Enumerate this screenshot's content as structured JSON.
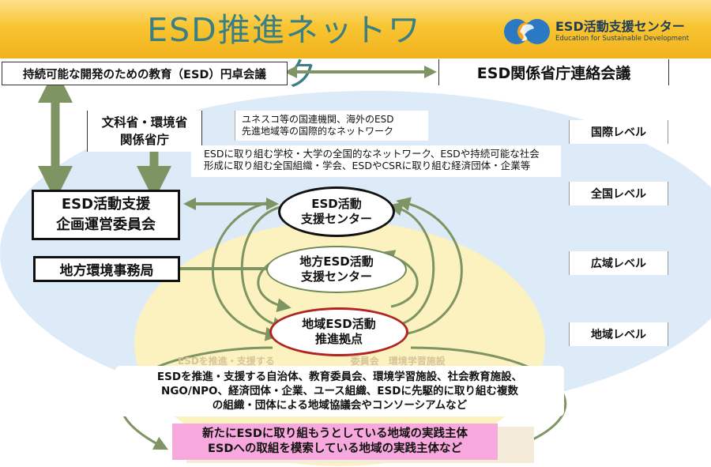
{
  "banner": {
    "title": "ESD推進ネットワーク",
    "logo_text": "ESD活動支援センター",
    "logo_subtext": "Education for Sustainable Development"
  },
  "boxes": {
    "roundtable": "持続可能な開発のための教育（ESD）円卓会議",
    "ministries_liaison": "ESD関係省庁連絡会議",
    "ministries_line1": "文科省・環境省",
    "ministries_line2": "関係省庁",
    "committee_line1": "ESD活動支援",
    "committee_line2": "企画運営委員会",
    "regional_office": "地方環境事務局"
  },
  "notes": {
    "international_line1": "ユネスコ等の国連機関、海外のESD",
    "international_line2": "先進地域等の国際的なネットワーク",
    "national_line1": "ESDに取り組む学校・大学の全国的なネットワーク、ESDや持続可能な社会",
    "national_line2": "形成に取り組む全国組織・学会、ESDやCSRに取り組む経済団体・企業等"
  },
  "levels": {
    "international": "国際レベル",
    "national": "全国レベル",
    "wide_area": "広域レベル",
    "local": "地域レベル"
  },
  "centers": {
    "national_line1": "ESD活動",
    "national_line2": "支援センター",
    "regional_line1": "地方ESD活動",
    "regional_line2": "支援センター",
    "local_line1": "地域ESD活動",
    "local_line2": "推進拠点"
  },
  "local_actors": {
    "line1": "ESDを推進・支援する自治体、教育委員会、環境学習施設、社会教育施設、",
    "line2": "NGO/NPO、経済団体・企業、ユース組織、ESDに先駆的に取り組む複数",
    "line3": "の組織・団体による地域協議会やコンソーシアムなど"
  },
  "practitioners": {
    "line1": "新たにESDに取り組もうとしている地域の実践主体",
    "line2": "ESDへの取組を模索している地域の実践主体など"
  },
  "colors": {
    "banner": "#f8c531",
    "title": "#3a7f84",
    "arrow": "#7e9463",
    "outer_ellipse": "#dcebf7",
    "inner_ellipse": "#fcf2bf",
    "local_center_border": "#b02424",
    "practitioners_bg": "#f7a8dd"
  }
}
